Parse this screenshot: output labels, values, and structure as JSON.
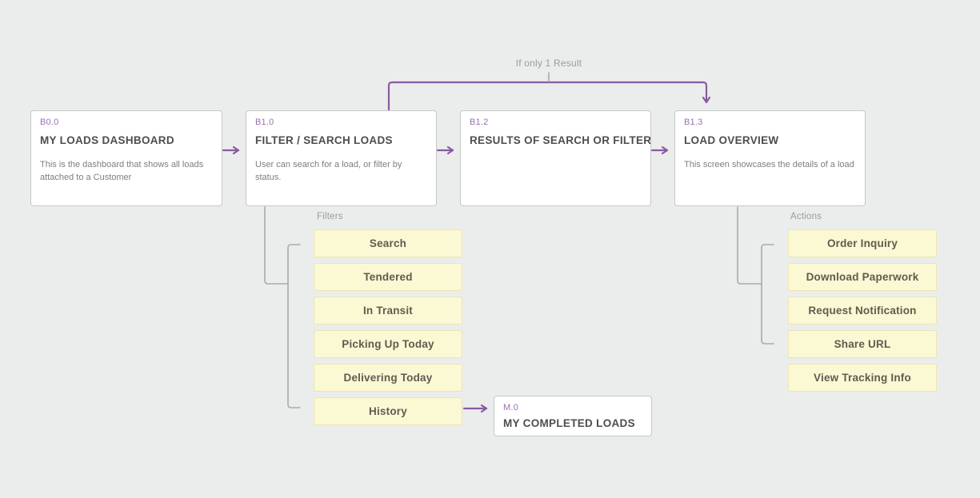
{
  "colors": {
    "background": "#ebedec",
    "accent_purple": "#8a5aa0",
    "node_bg": "#ffffff",
    "node_border": "#c6c8c7",
    "node_id_text": "#9a6fb0",
    "node_title_text": "#4d4d4d",
    "node_desc_text": "#7e7e7e",
    "group_label_text": "#9b9b9b",
    "item_bg": "#fbf8d4",
    "item_border": "#ece5b4",
    "item_text": "#5d5d4f",
    "connector_gray": "#a9abaa"
  },
  "nodes": {
    "b00": {
      "id": "B0.0",
      "title": "MY LOADS DASHBOARD",
      "description": "This is the dashboard that shows all loads attached to a Customer"
    },
    "b10": {
      "id": "B1.0",
      "title": "FILTER / SEARCH LOADS",
      "description": "User can search for a load, or filter by status."
    },
    "b12": {
      "id": "B1.2",
      "title": "RESULTS OF SEARCH OR FILTER"
    },
    "b13": {
      "id": "B1.3",
      "title": "LOAD OVERVIEW",
      "description": "This screen showcases the details of a load"
    },
    "m0": {
      "id": "M.0",
      "title": "MY COMPLETED LOADS"
    }
  },
  "annotations": {
    "if_only_one_result": "If only 1 Result"
  },
  "filters": {
    "label": "Filters",
    "items": [
      "Search",
      "Tendered",
      "In Transit",
      "Picking Up Today",
      "Delivering Today",
      "History"
    ]
  },
  "actions": {
    "label": "Actions",
    "items": [
      "Order Inquiry",
      "Download Paperwork",
      "Request Notification",
      "Share URL",
      "View Tracking Info"
    ]
  }
}
